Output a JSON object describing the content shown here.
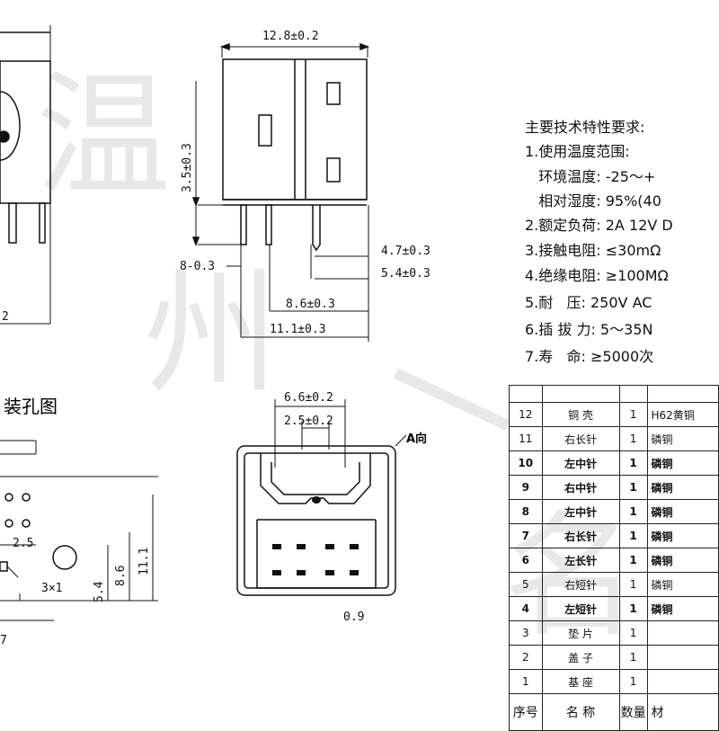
{
  "top_view": {
    "width_dim": "12.8±0.2",
    "height_dim": "3.5±0.3",
    "left_dim": "8-0.3",
    "dim_a": "4.7±0.3",
    "dim_b": "5.4±0.3",
    "dim_c": "8.6±0.3",
    "dim_d": "11.1±0.3"
  },
  "left_view": {
    "cut_dim": "2"
  },
  "hole_view": {
    "title": "装孔图",
    "pitch_dim": "2.5",
    "slot_dim": "3×1",
    "dim_54": "5.4",
    "dim_86": "8.6",
    "dim_111": "11.1",
    "dim_7": "7"
  },
  "front_view": {
    "outer_dim": "6.6±0.2",
    "inner_dim": "2.5±0.2",
    "pin_dim": "0.9",
    "arrow_label": "A向"
  },
  "specs": {
    "title": "主要技术特性要求:",
    "items": [
      "1.使用温度范围:",
      "   环境温度: -25～+",
      "   相对湿度: 95%(40",
      "2.额定负荷: 2A 12V D",
      "3.接触电阻: ≤30mΩ",
      "4.绝缘电阻: ≥100MΩ",
      "5.耐   压: 250V AC",
      "6.插 拔 力: 5～35N",
      "7.寿   命: ≥5000次"
    ]
  },
  "parts_table": {
    "rows": [
      {
        "no": "12",
        "name": "铜 壳",
        "qty": "1",
        "mat": "H62黄铜",
        "bold": false
      },
      {
        "no": "11",
        "name": "右长针",
        "qty": "1",
        "mat": "磷铜",
        "bold": false
      },
      {
        "no": "10",
        "name": "左中针",
        "qty": "1",
        "mat": "磷铜",
        "bold": true
      },
      {
        "no": "9",
        "name": "右中针",
        "qty": "1",
        "mat": "磷铜",
        "bold": true
      },
      {
        "no": "8",
        "name": "左中针",
        "qty": "1",
        "mat": "磷铜",
        "bold": true
      },
      {
        "no": "7",
        "name": "右长针",
        "qty": "1",
        "mat": "磷铜",
        "bold": true
      },
      {
        "no": "6",
        "name": "左长针",
        "qty": "1",
        "mat": "磷铜",
        "bold": true
      },
      {
        "no": "5",
        "name": "右短针",
        "qty": "1",
        "mat": "磷铜",
        "bold": false
      },
      {
        "no": "4",
        "name": "左短针",
        "qty": "1",
        "mat": "磷铜",
        "bold": true
      },
      {
        "no": "3",
        "name": "垫 片",
        "qty": "1",
        "mat": "",
        "bold": false
      },
      {
        "no": "2",
        "name": "盖 子",
        "qty": "1",
        "mat": "",
        "bold": false
      },
      {
        "no": "1",
        "name": "基 座",
        "qty": "1",
        "mat": "",
        "bold": false
      }
    ],
    "footer": {
      "no": "序号",
      "name": "名 称",
      "qty": "数量",
      "mat": "材"
    }
  },
  "watermark": {
    "chars": [
      "温",
      "州",
      "一",
      "名"
    ]
  }
}
